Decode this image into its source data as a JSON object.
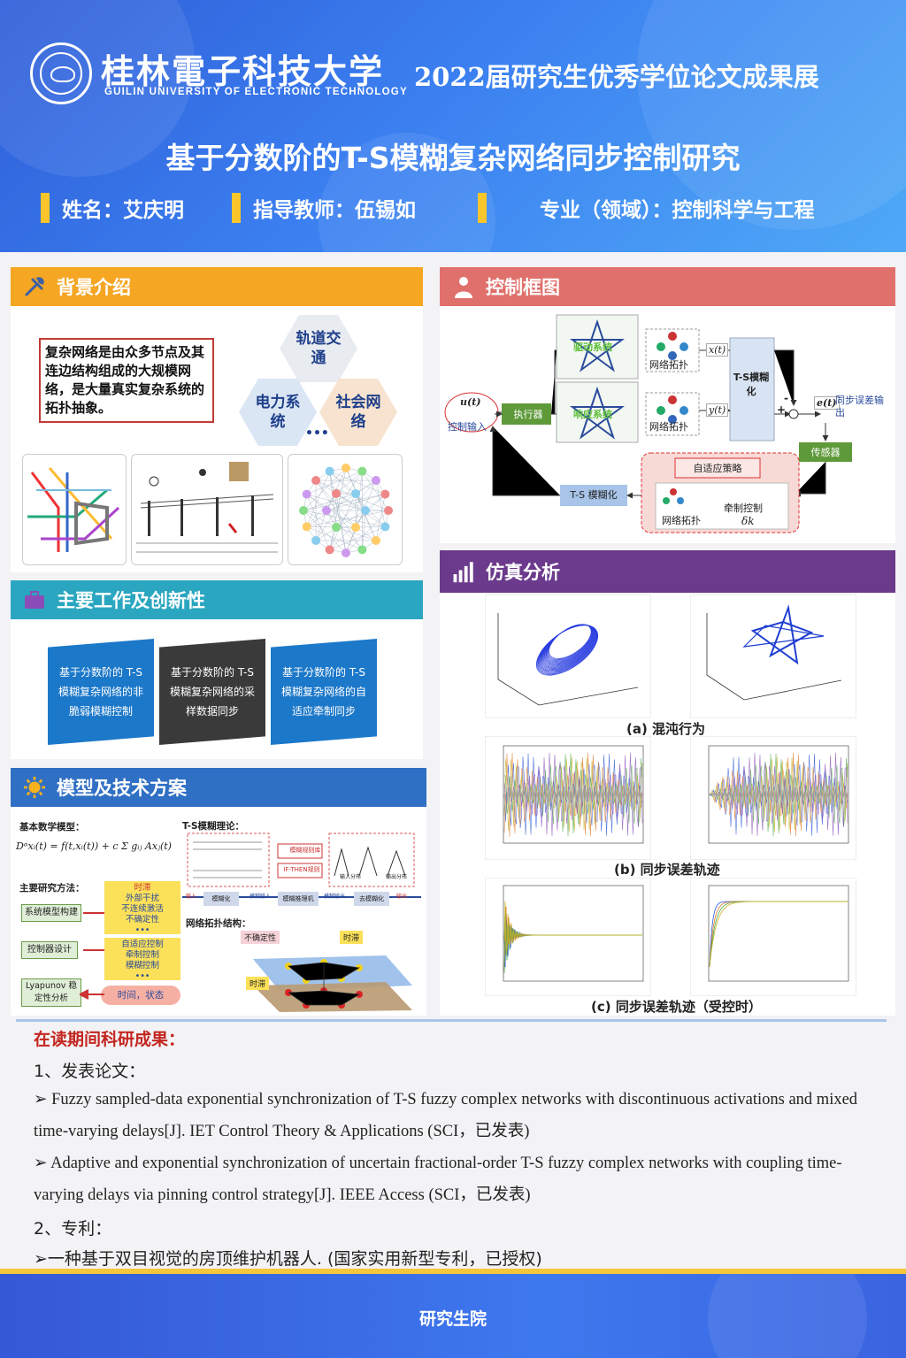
{
  "header": {
    "university_cn": "桂林電子科技大学",
    "university_en": "GUILIN UNIVERSITY OF ELECTRONIC TECHNOLOGY",
    "exhibition": "2022届研究生优秀学位论文成果展",
    "title": "基于分数阶的T-S模糊复杂网络同步控制研究",
    "name": "姓名：艾庆明",
    "advisor": "指导教师：伍锡如",
    "major": "专业（领域）：控制科学与工程"
  },
  "background": {
    "heading": "背景介绍",
    "text": "复杂网络是由众多节点及其连边结构组成的大规模网络，是大量真实复杂系统的拓扑抽象。",
    "hexes": [
      "轨道交通",
      "电力系统",
      "社会网络"
    ],
    "ellipsis": "•••",
    "color": "#f5a623"
  },
  "main_work": {
    "heading": "主要工作及创新性",
    "items": [
      "基于分数阶的 T-S 模糊复杂网络的非脆弱模糊控制",
      "基于分数阶的 T-S 模糊复杂网络的采样数据同步",
      "基于分数阶的 T-S 模糊复杂网络的自适应牵制同步"
    ],
    "color": "#2aa6c0"
  },
  "model": {
    "heading": "模型及技术方案",
    "basic_model_label": "基本数学模型：",
    "ts_label": "T-S模糊理论：",
    "methods_label": "主要研究方法：",
    "steps": [
      "系统模型构建",
      "控制器设计",
      "Lyapunov 稳定性分析"
    ],
    "factors": [
      "时滞",
      "外部干扰",
      "不连续激活",
      "不确定性",
      "•••"
    ],
    "controls": [
      "自适应控制",
      "牵制控制",
      "模糊控制",
      "•••"
    ],
    "time_state": "时间，状态",
    "topology_label": "网络拓扑结构：",
    "uncertainty": "不确定性",
    "delay1": "时滞",
    "delay2": "时滞",
    "fuzzy_blocks": [
      "模糊化",
      "模糊推理机",
      "去模糊化"
    ],
    "fuzzy_rules": "模糊规则库",
    "ifthen": "IF-THEN规则",
    "io_labels": [
      "输入",
      "模糊输入",
      "模糊输出",
      "输出",
      "输入分布",
      "输出分布"
    ],
    "color": "#2f6fc4"
  },
  "control": {
    "heading": "控制框图",
    "drive": "驱动系统",
    "response": "响应系统",
    "net_topo": "网络拓扑",
    "xt": "x(t)",
    "yt": "y(t)",
    "ts_fuzzy": "T-S模糊化",
    "ut": "u(t)",
    "control_input": "控制输入",
    "actuator": "执行器",
    "et": "e(t)",
    "sync_error": "同步误差输出",
    "sensor": "传感器",
    "adaptive": "自适应策略",
    "pinning": "牵制控制",
    "delta": "δk",
    "ts_fuzzy2": "T-S 模糊化",
    "minus": "-",
    "plus": "+",
    "color": "#e0706b"
  },
  "simulation": {
    "heading": "仿真分析",
    "captions": [
      "(a) 混沌行为",
      "(b) 同步误差轨迹",
      "(c) 同步误差轨迹（受控时）"
    ],
    "color": "#6b3a8c"
  },
  "outputs": {
    "heading": "在读期间科研成果：",
    "papers_label": "1、发表论文：",
    "papers": [
      "➢ Fuzzy sampled-data exponential synchronization of T-S fuzzy complex networks with discontinuous activations and mixed time-varying delays[J]. IET Control Theory & Applications (SCI，已发表)",
      "➢ Adaptive and exponential synchronization of uncertain fractional-order T-S fuzzy complex networks with coupling time-varying delays via pinning control strategy[J]. IEEE Access (SCI，已发表)"
    ],
    "patent_label": "2、专利：",
    "patent": "➢一种基于双目视觉的房顶维护机器人. (国家实用新型专利，已授权)"
  },
  "footer": {
    "text": "研究生院"
  }
}
